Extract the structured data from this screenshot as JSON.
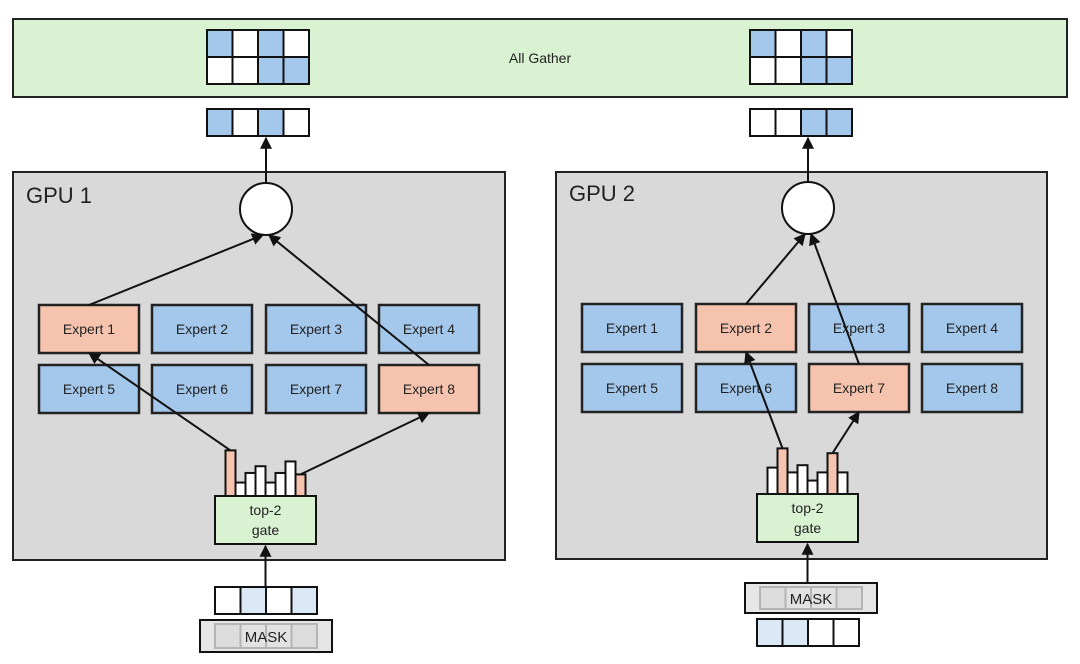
{
  "all_gather": {
    "label": "All Gather",
    "fill": "#d9f2d1",
    "gathered_matrix_rows": [
      [
        "blue",
        "white",
        "blue",
        "white"
      ],
      [
        "white",
        "white",
        "blue",
        "blue"
      ]
    ]
  },
  "colors": {
    "blue": "#a4c8eb",
    "light_blue": "#dbe8f5",
    "white": "#ffffff",
    "selected_expert": "#f6c4ae",
    "expert": "#a4c8eb",
    "gpu_panel": "#d9d9d9",
    "gate": "#d9f2d1",
    "mask": "#e6e6e6",
    "line": "#111111"
  },
  "gpus": [
    {
      "label": "GPU 1",
      "output_vector": [
        "blue",
        "white",
        "blue",
        "white"
      ],
      "experts": [
        {
          "label": "Expert 1",
          "selected": true
        },
        {
          "label": "Expert 2",
          "selected": false
        },
        {
          "label": "Expert 3",
          "selected": false
        },
        {
          "label": "Expert 4",
          "selected": false
        },
        {
          "label": "Expert 5",
          "selected": false
        },
        {
          "label": "Expert 6",
          "selected": false
        },
        {
          "label": "Expert 7",
          "selected": false
        },
        {
          "label": "Expert 8",
          "selected": true
        }
      ],
      "gate": {
        "line1": "top-2",
        "line2": "gate"
      },
      "gate_scores": [
        {
          "value": 0.95,
          "selected": true
        },
        {
          "value": 0.28,
          "selected": false
        },
        {
          "value": 0.48,
          "selected": false
        },
        {
          "value": 0.62,
          "selected": false
        },
        {
          "value": 0.28,
          "selected": false
        },
        {
          "value": 0.48,
          "selected": false
        },
        {
          "value": 0.72,
          "selected": false
        },
        {
          "value": 0.45,
          "selected": true
        }
      ],
      "routes": [
        1,
        8
      ],
      "input_vector": [
        "white",
        "light_blue",
        "white",
        "light_blue"
      ],
      "mask_label": "MASK",
      "mask_position": "below"
    },
    {
      "label": "GPU 2",
      "output_vector": [
        "white",
        "white",
        "blue",
        "blue"
      ],
      "experts": [
        {
          "label": "Expert 1",
          "selected": false
        },
        {
          "label": "Expert 2",
          "selected": true
        },
        {
          "label": "Expert 3",
          "selected": false
        },
        {
          "label": "Expert 4",
          "selected": false
        },
        {
          "label": "Expert 5",
          "selected": false
        },
        {
          "label": "Expert 6",
          "selected": false
        },
        {
          "label": "Expert 7",
          "selected": true
        },
        {
          "label": "Expert 8",
          "selected": false
        }
      ],
      "gate": {
        "line1": "top-2",
        "line2": "gate"
      },
      "gate_scores": [
        {
          "value": 0.55,
          "selected": false
        },
        {
          "value": 0.95,
          "selected": true
        },
        {
          "value": 0.45,
          "selected": false
        },
        {
          "value": 0.6,
          "selected": false
        },
        {
          "value": 0.28,
          "selected": false
        },
        {
          "value": 0.45,
          "selected": false
        },
        {
          "value": 0.85,
          "selected": true
        },
        {
          "value": 0.45,
          "selected": false
        }
      ],
      "routes": [
        2,
        7
      ],
      "input_vector": [
        "light_blue",
        "light_blue",
        "white",
        "white"
      ],
      "mask_label": "MASK",
      "mask_position": "above"
    }
  ]
}
